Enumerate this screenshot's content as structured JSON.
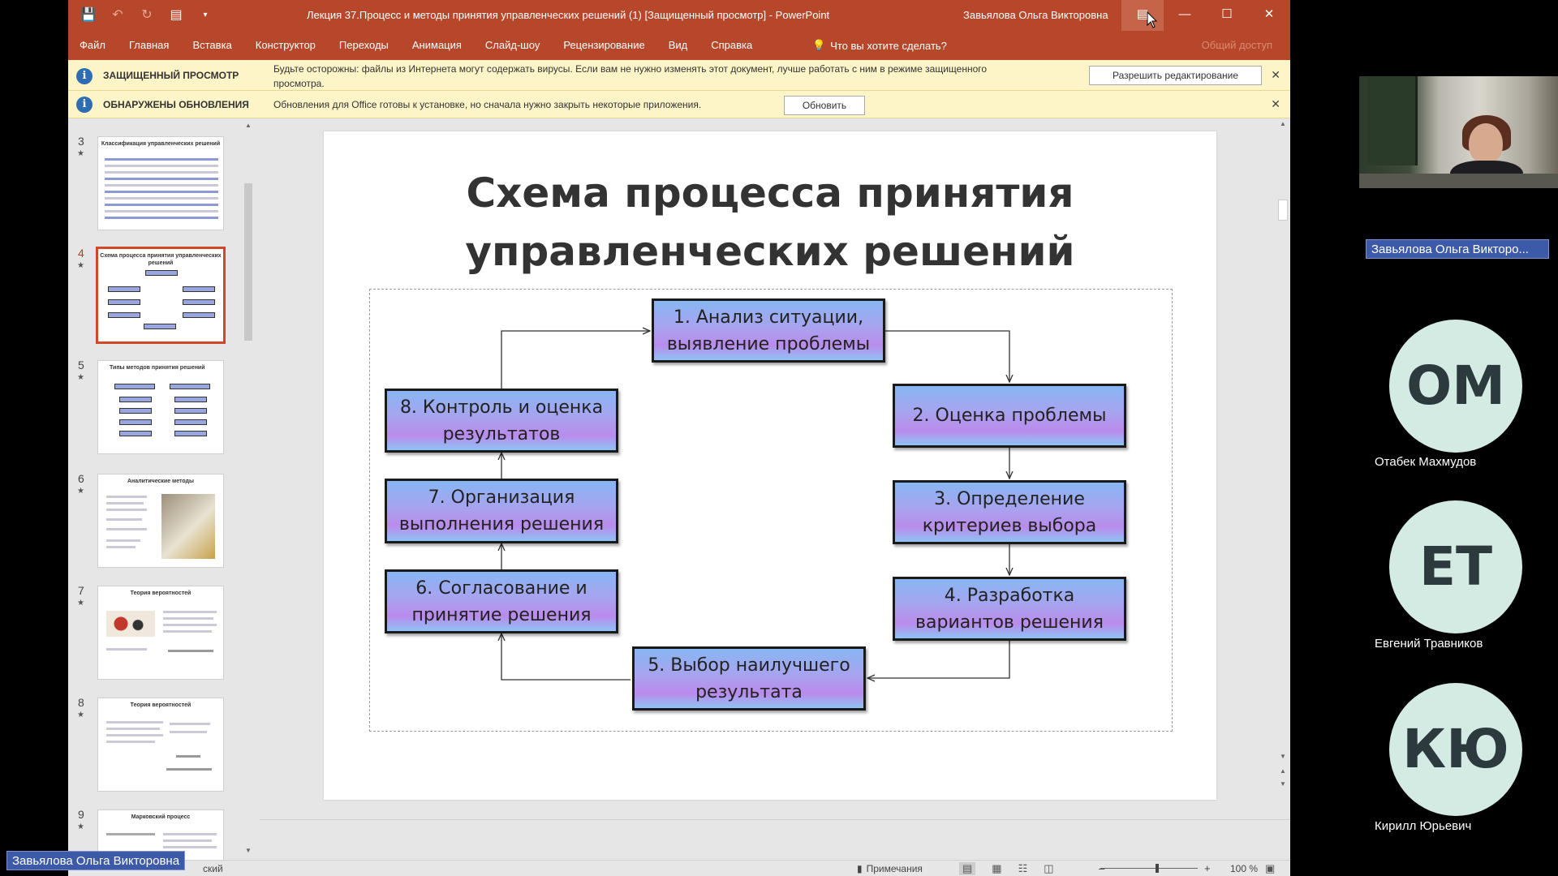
{
  "window": {
    "title": "Лекция 37.Процесс и методы принятия управленческих решений (1) [Защищенный просмотр] - PowerPoint",
    "user": "Завьялова Ольга Викторовна",
    "share_label": "Общий доступ"
  },
  "colors": {
    "ribbon": "#b7472a",
    "active_thumb_border": "#d24726",
    "message_bar": "#fdf5c7",
    "participant_tag": "#3d5aa8"
  },
  "quick_access_icons": [
    "save-icon",
    "undo-icon",
    "redo-icon",
    "start-slideshow-icon",
    "customize-qat-icon"
  ],
  "ribbon": {
    "tabs": [
      "Файл",
      "Главная",
      "Вставка",
      "Конструктор",
      "Переходы",
      "Анимация",
      "Слайд-шоу",
      "Рецензирование",
      "Вид",
      "Справка"
    ],
    "tell_me": "Что вы хотите сделать?"
  },
  "protected_view": {
    "heading": "ЗАЩИЩЕННЫЙ ПРОСМОТР",
    "text": "Будьте осторожны: файлы из Интернета могут содержать вирусы. Если вам не нужно изменять этот документ, лучше работать с ним в режиме защищенного просмотра.",
    "button": "Разрешить редактирование"
  },
  "updates": {
    "heading": "ОБНАРУЖЕНЫ ОБНОВЛЕНИЯ",
    "text": "Обновления для Office готовы к установке, но сначала нужно закрыть некоторые приложения.",
    "button": "Обновить"
  },
  "thumbnails": [
    {
      "number": "3",
      "title": "Классификация управленческих решений"
    },
    {
      "number": "4",
      "title": "Схема процесса принятия управленческих решений",
      "active": true
    },
    {
      "number": "5",
      "title": "Типы методов принятия решений"
    },
    {
      "number": "6",
      "title": "Аналитические методы"
    },
    {
      "number": "7",
      "title": "Теория вероятностей"
    },
    {
      "number": "8",
      "title": "Теория вероятностей"
    },
    {
      "number": "9",
      "title": "Марковский процесс"
    }
  ],
  "slide": {
    "title_line1": "Схема процесса принятия",
    "title_line2": "управленческих решений",
    "steps": [
      {
        "line1": "1. Анализ ситуации,",
        "line2": "выявление проблемы"
      },
      {
        "line1": "2. Оценка проблемы",
        "line2": ""
      },
      {
        "line1": "3. Определение",
        "line2": "критериев выбора"
      },
      {
        "line1": "4. Разработка",
        "line2": "вариантов решения"
      },
      {
        "line1": "5. Выбор наилучшего",
        "line2": "результата"
      },
      {
        "line1": "6. Согласование и",
        "line2": "принятие решения"
      },
      {
        "line1": "7. Организация",
        "line2": "выполнения решения"
      },
      {
        "line1": "8. Контроль и оценка",
        "line2": "результатов"
      }
    ]
  },
  "status": {
    "language": "ский",
    "notes": "Примечания",
    "zoom": "100 %",
    "view_icons": [
      "normal-view-icon",
      "slide-sorter-icon",
      "reading-view-icon",
      "slideshow-view-icon"
    ]
  },
  "conference": {
    "presenter_label": "Завьялова Ольга Викторо...",
    "speaker_tag": "Завьялова Ольга Викторовна",
    "participants": [
      {
        "initials": "ОМ",
        "name": "Отабек Махмудов"
      },
      {
        "initials": "ЕТ",
        "name": "Евгений Травников"
      },
      {
        "initials": "КЮ",
        "name": "Кирилл Юрьевич"
      }
    ]
  }
}
